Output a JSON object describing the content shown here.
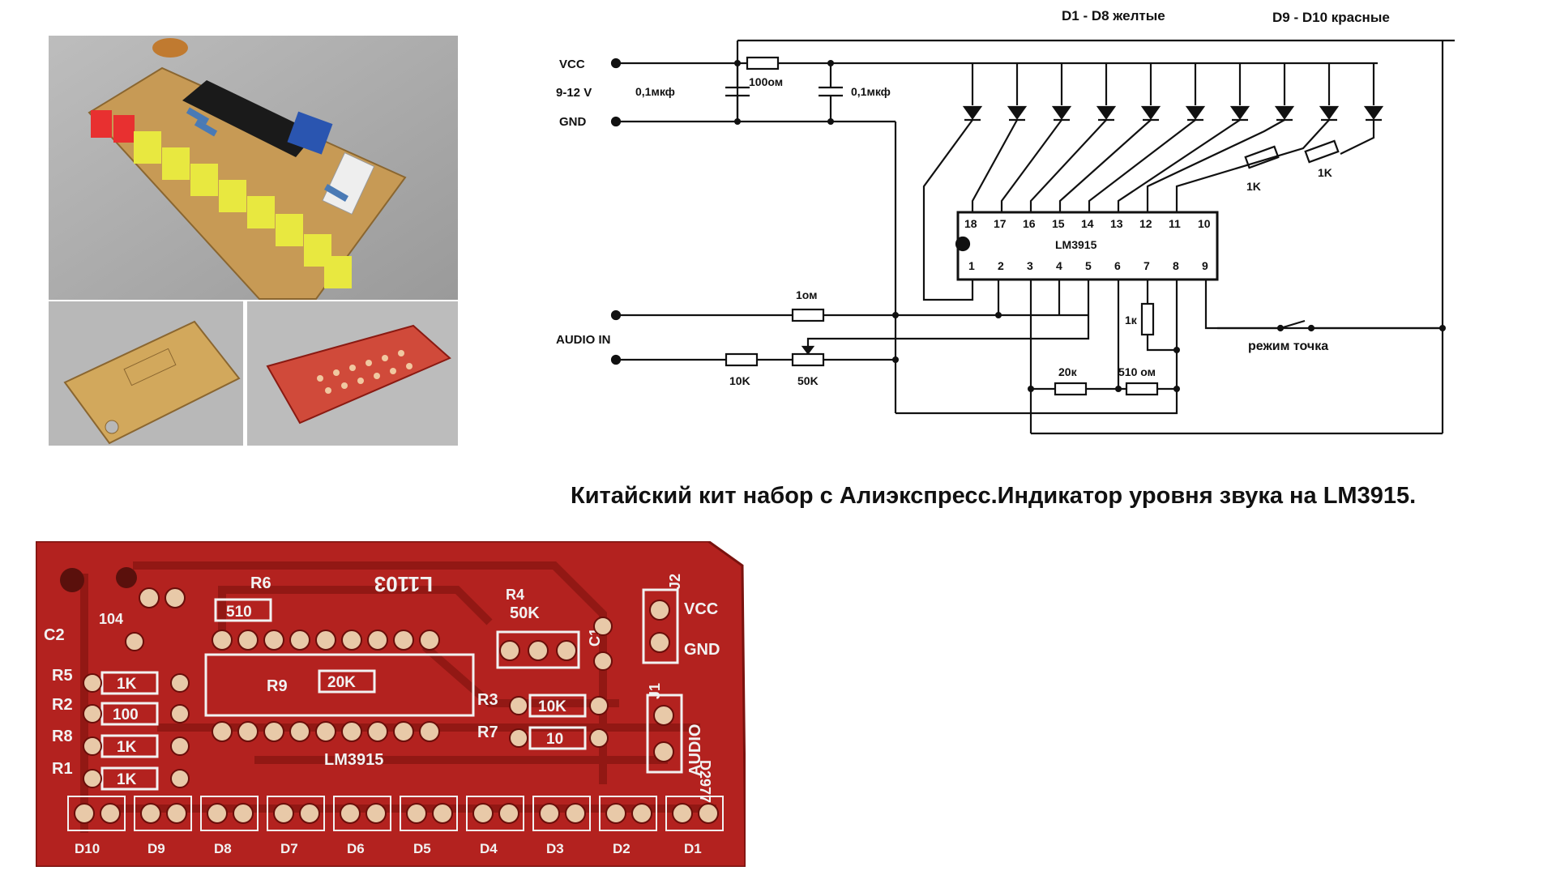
{
  "caption": "Китайский кит набор с Алиэкспресс.Индикатор уровня звука на LM3915.",
  "schematic": {
    "led_note_yellow": "D1 - D8  желтые",
    "led_note_red": "D9 - D10  красные",
    "vcc": "VCC",
    "voltage": "9-12 V",
    "gnd": "GND",
    "audio_in": "AUDIO IN",
    "cap1": "0,1мкф",
    "cap2": "0,1мкф",
    "res_100": "100ом",
    "res_1k_a": "1K",
    "res_1k_b": "1K",
    "res_1om": "1ом",
    "res_10k": "10K",
    "pot_50k": "50K",
    "res_1k_c": "1к",
    "res_20k": "20к",
    "res_510": "510 ом",
    "mode": "режим точка",
    "chip": "LM3915",
    "pins_top": [
      "18",
      "17",
      "16",
      "15",
      "14",
      "13",
      "12",
      "11",
      "10"
    ],
    "pins_bottom": [
      "1",
      "2",
      "3",
      "4",
      "5",
      "6",
      "7",
      "8",
      "9"
    ]
  },
  "pcb": {
    "r6": "R6",
    "r6_val": "510",
    "marking": "L1103",
    "r4": "R4",
    "r4_val": "50K",
    "j2": "J2",
    "vcc": "VCC",
    "gnd": "GND",
    "c2": "C2",
    "c2_val": "104",
    "c1": "C1",
    "r5": "R5",
    "r5_val": "1K",
    "r9": "R9",
    "r9_val": "20K",
    "r2": "R2",
    "r2_val": "100",
    "r3": "R3",
    "r3_val": "10K",
    "j1": "J1",
    "audio": "AUDIO",
    "r8": "R8",
    "r8_val": "1K",
    "r7": "R7",
    "r7_val": "10",
    "r1": "R1",
    "r1_val": "1K",
    "chip": "LM3915",
    "side_code": "D2977",
    "leds": [
      "D10",
      "D9",
      "D8",
      "D7",
      "D6",
      "D5",
      "D4",
      "D3",
      "D2",
      "D1"
    ]
  },
  "colors": {
    "pcb_red": "#b3221f",
    "pcb_dark": "#8a1612",
    "pad": "#e8c9a8",
    "silk": "#f2f2f2",
    "board_tan": "#c9a35a",
    "led_yellow": "#e8e840",
    "led_red": "#e83030"
  }
}
